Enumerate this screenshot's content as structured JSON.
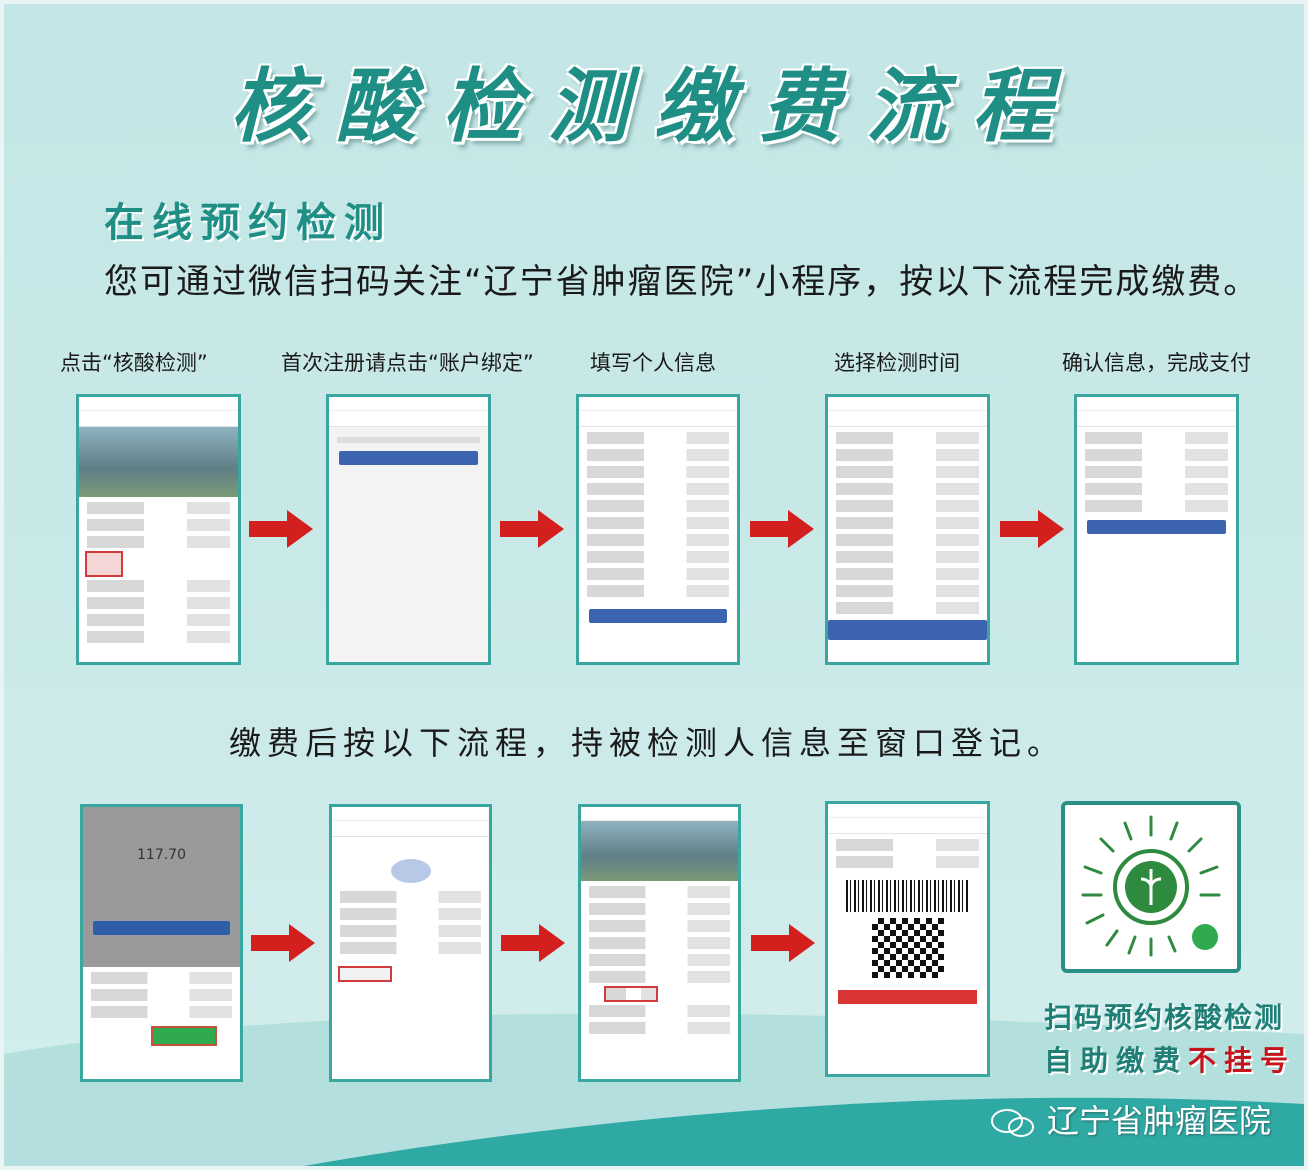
{
  "title": "核酸检测缴费流程",
  "section_title": "在线预约检测",
  "intro": "您可通过微信扫码关注“辽宁省肿瘤医院”小程序，按以下流程完成缴费。",
  "steps": [
    {
      "label": "点击“核酸检测”"
    },
    {
      "label": "首次注册请点击“账户绑定”"
    },
    {
      "label": "填写个人信息"
    },
    {
      "label": "选择检测时间"
    },
    {
      "label": "确认信息，完成支付"
    }
  ],
  "middle_text": "缴费后按以下流程，持被检测人信息至窗口登记。",
  "payment_amount": "117.70",
  "qr_caption_line1": "扫码预约核酸检测",
  "qr_caption_line2_a": "自助缴费",
  "qr_caption_line2_b": "不挂号",
  "footer_account": "辽宁省肿瘤医院",
  "colors": {
    "brand": "#1f8f86",
    "arrow": "#d41f1f",
    "highlight": "#c4141c",
    "button": "#3b63b0"
  }
}
